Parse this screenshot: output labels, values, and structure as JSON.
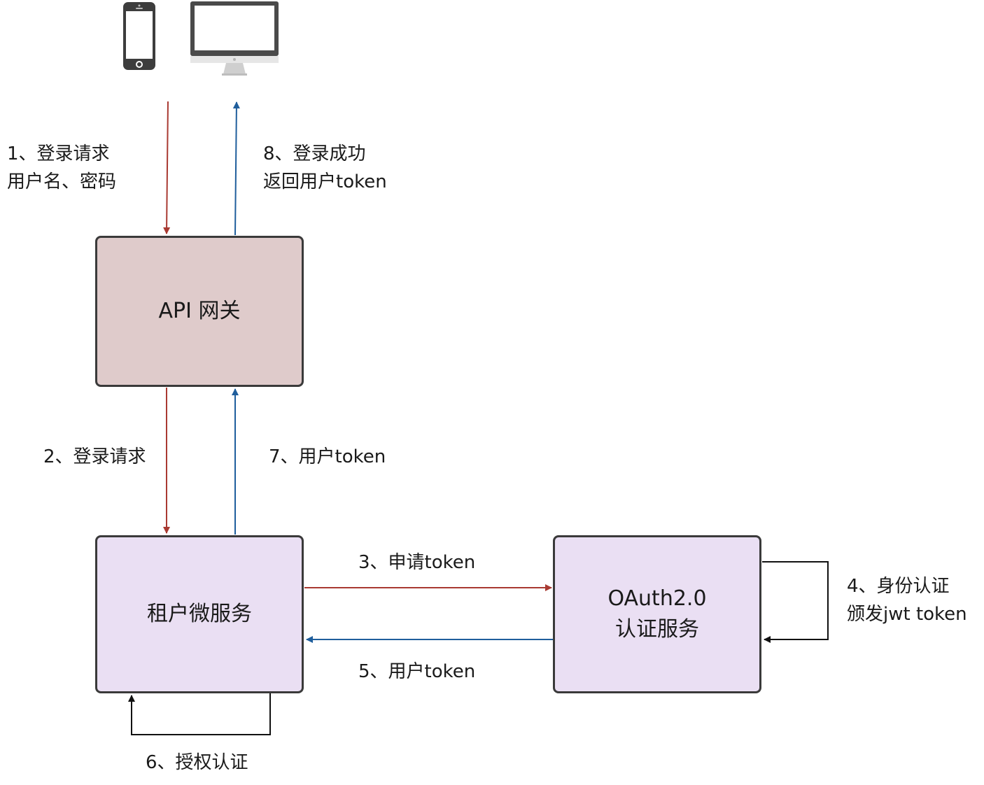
{
  "nodes": {
    "gateway": "API 网关",
    "tenant": "租户微服务",
    "oauth": [
      "OAuth2.0",
      "认证服务"
    ]
  },
  "steps": {
    "s1": [
      "1、登录请求",
      "用户名、密码"
    ],
    "s2": "2、登录请求",
    "s3": "3、申请token",
    "s4": [
      "4、身份认证",
      "颁发jwt token"
    ],
    "s5": "5、用户token",
    "s6": "6、授权认证",
    "s7": "7、用户token",
    "s8": [
      "8、登录成功",
      "返回用户token"
    ]
  },
  "devices": [
    "phone-icon",
    "monitor-icon"
  ],
  "colors": {
    "request_arrow": "#a93a32",
    "response_arrow": "#1f5e9c",
    "self_loop": "#111111",
    "gateway_fill": "#dfcbcb",
    "service_fill": "#eadff3"
  }
}
